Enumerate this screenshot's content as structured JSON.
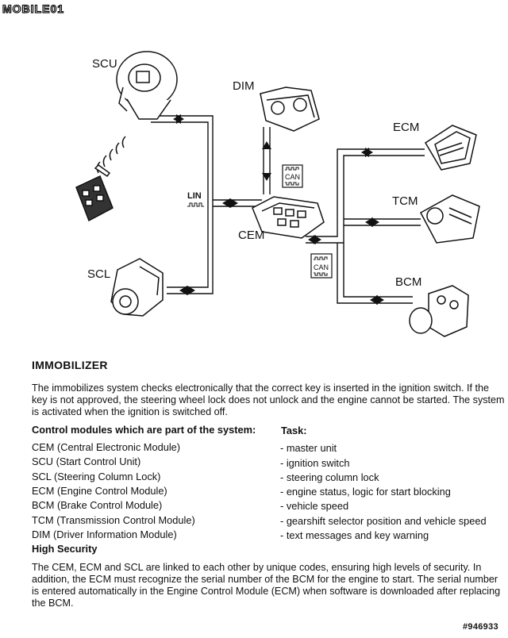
{
  "logo": {
    "text": "MOBILE01"
  },
  "diagram": {
    "labels": {
      "scu": "SCU",
      "dim": "DIM",
      "ecm": "ECM",
      "tcm": "TCM",
      "cem": "CEM",
      "scl": "SCL",
      "bcm": "BCM"
    },
    "can_label": "CAN",
    "lin_label": "LIN"
  },
  "section_title": "IMMOBILIZER",
  "intro": "The immobilizes system checks electronically that the correct key is inserted in the ignition switch. If the key is not approved, the steering wheel lock does not unlock and the engine cannot be started. The system is activated when the ignition is switched off.",
  "modules_heading": "Control modules which are part of the system:",
  "task_heading": "Task:",
  "modules": [
    {
      "name": "CEM (Central Electronic Module)",
      "task": "- master unit"
    },
    {
      "name": "SCU (Start Control Unit)",
      "task": "- ignition switch"
    },
    {
      "name": "SCL (Steering Column Lock)",
      "task": "- steering column lock"
    },
    {
      "name": "ECM (Engine Control Module)",
      "task": "- engine status, logic for start blocking"
    },
    {
      "name": "BCM (Brake Control Module)",
      "task": "- vehicle speed"
    },
    {
      "name": "TCM (Transmission Control Module)",
      "task": "- gearshift selector position and vehicle speed"
    },
    {
      "name": "DIM (Driver Information Module)",
      "task": "- text messages and key warning"
    }
  ],
  "high_security_heading": "High Security",
  "high_security_text": "The CEM, ECM and SCL are linked to each other by unique codes, ensuring high levels of security. In addition, the ECM must recognize the serial number of the BCM for the engine to start. The serial number is entered automatically in the Engine Control Module (ECM) when software is downloaded after replacing the BCM.",
  "stamp": "#946933"
}
